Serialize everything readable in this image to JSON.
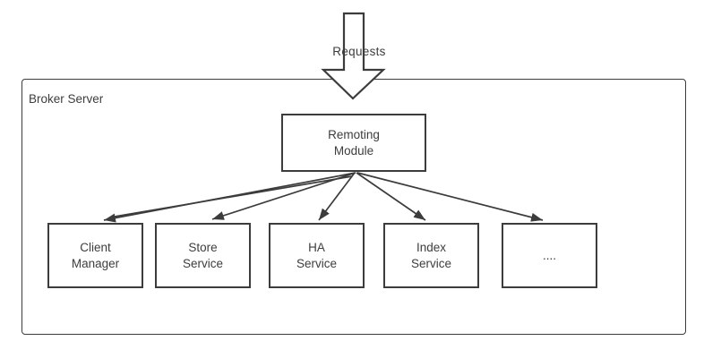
{
  "diagram": {
    "requests_label": "Requests",
    "broker_label": "Broker Server",
    "hub_label": "Remoting\nModule",
    "services": [
      {
        "label": "Client\nManager"
      },
      {
        "label": "Store\nService"
      },
      {
        "label": "HA\nService"
      },
      {
        "label": "Index\nService"
      },
      {
        "label": "...."
      }
    ],
    "colors": {
      "stroke": "#3c3c3c",
      "text": "#3d3d3d",
      "background": "#ffffff"
    }
  }
}
